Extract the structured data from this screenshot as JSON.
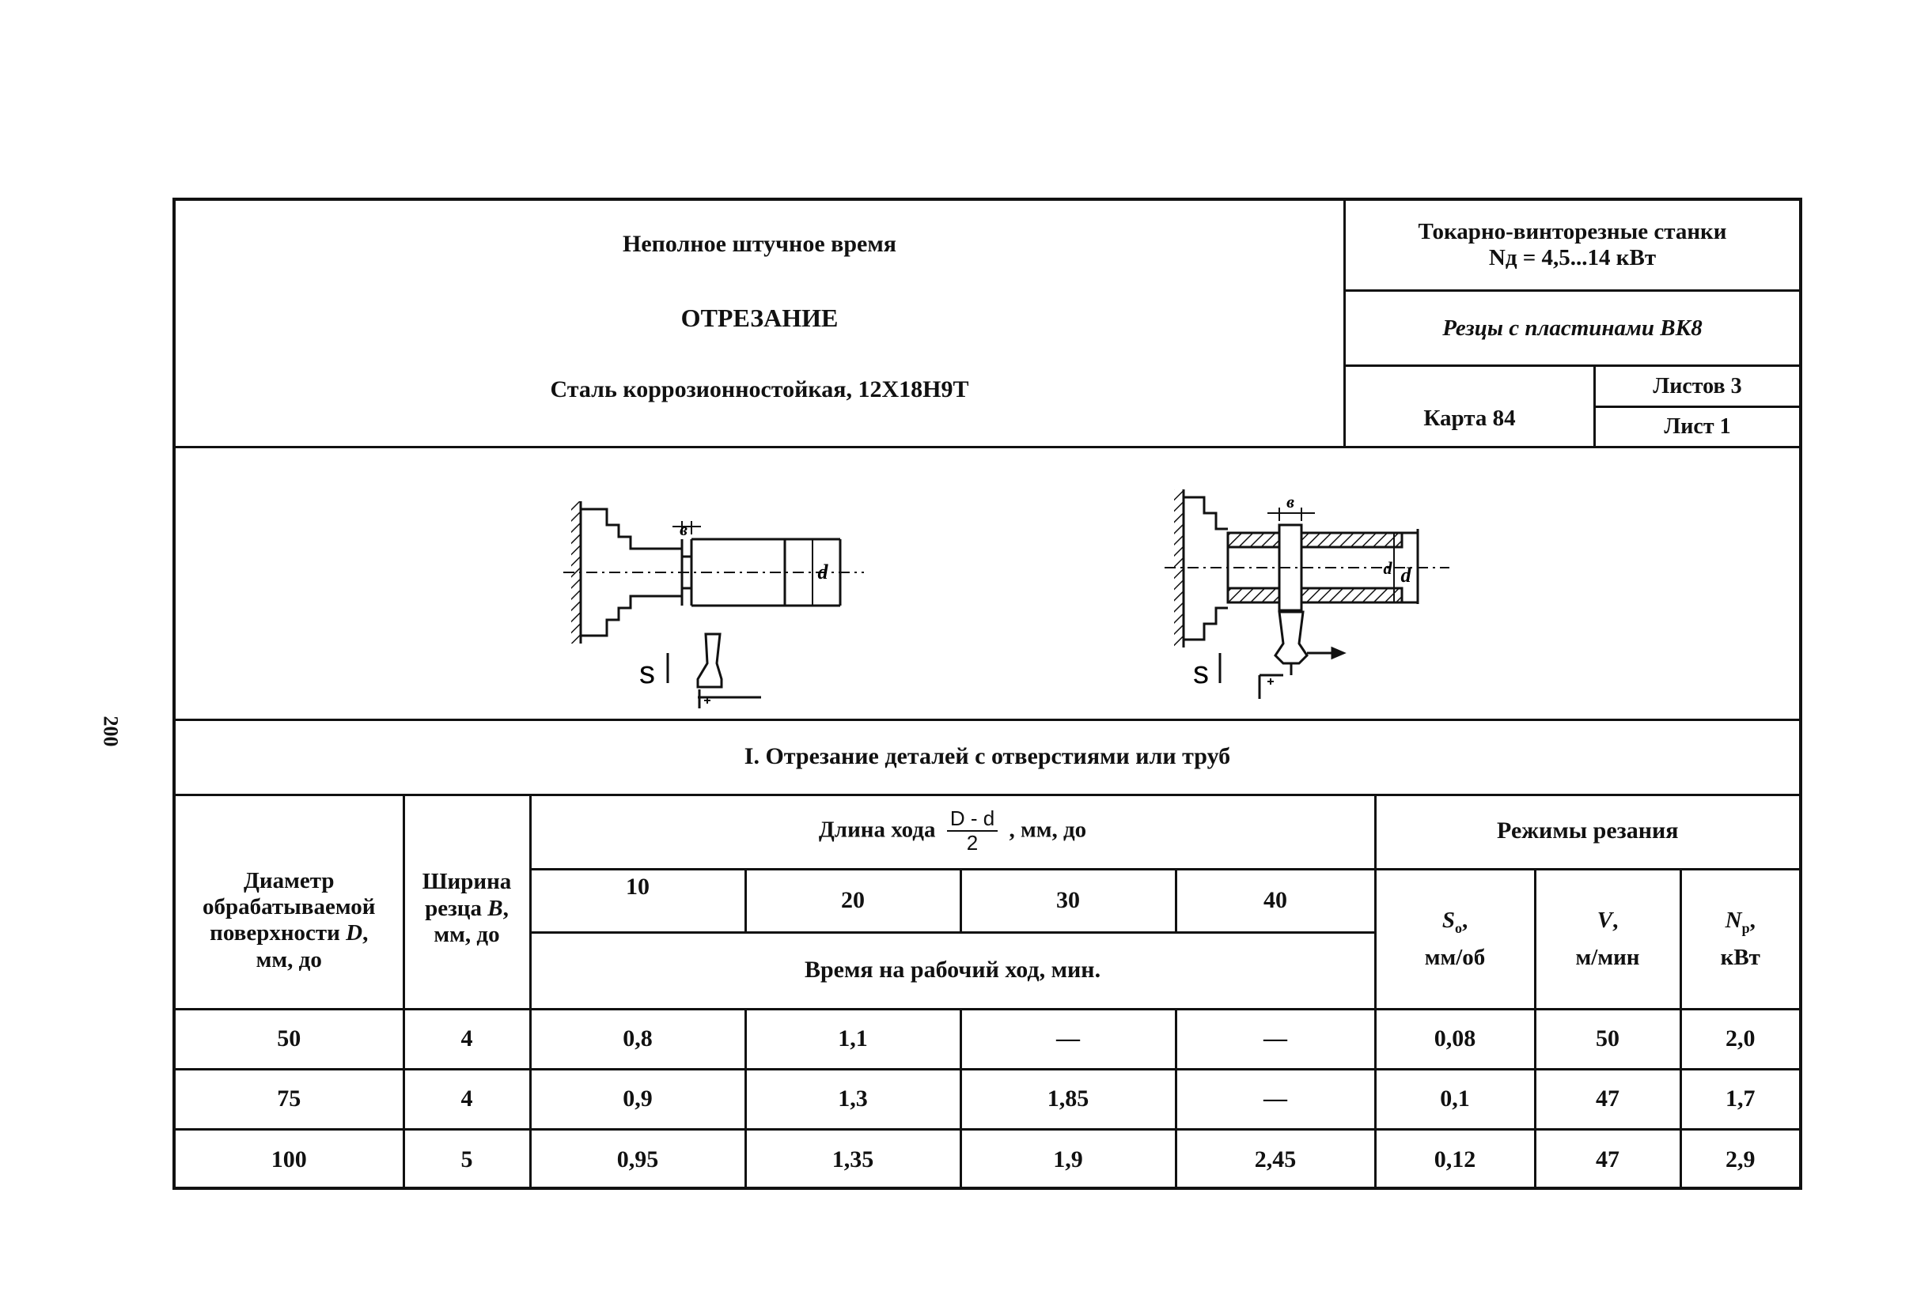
{
  "page_number": "200",
  "header": {
    "line1": "Неполное штучное время",
    "line2": "ОТРЕЗАНИЕ",
    "line3": "Сталь коррозионностойкая, 12Х18Н9Т",
    "machine_line1": "Токарно-винторезные станки",
    "machine_line2": "Nд = 4,5...14 кВт",
    "tool": "Резцы с пластинами ВК8",
    "card": "Карта 84",
    "sheets_total": "Листов 3",
    "sheet_no": "Лист 1"
  },
  "sketch": {
    "left_label_width": "в",
    "left_label_s": "s",
    "left_label_diam": "d",
    "right_label_width": "в",
    "right_label_s": "s",
    "right_label_inner": "d",
    "right_label_outer": "d"
  },
  "section_title": "I. Отрезание деталей с отверстиями или труб",
  "table": {
    "col_diameter": {
      "line1": "Диаметр",
      "line2": "обрабатываемой",
      "line3a": "поверхности ",
      "line3b": "D",
      "line3c": ",",
      "line4": "мм, до"
    },
    "col_width": {
      "line1": "Ширина",
      "line2a": "резца ",
      "line2b": "B",
      "line2c": ",",
      "line3": "мм, до"
    },
    "stroke_prefix": "Длина хода",
    "stroke_num": "D - d",
    "stroke_den": "2",
    "stroke_suffix": ", мм, до",
    "stroke_values": [
      "10",
      "20",
      "30",
      "40"
    ],
    "time_label": "Время на рабочий ход, мин.",
    "modes_title": "Режимы резания",
    "s_sym": "S",
    "s_sub": "o",
    "s_unit": "мм/об",
    "v_sym": "V",
    "v_unit": "м/мин",
    "n_sym": "N",
    "n_sub": "р",
    "n_unit": "кВт",
    "rows": [
      {
        "d": "50",
        "b": "4",
        "t1": "0,8",
        "t2": "1,1",
        "t3": "—",
        "t4": "—",
        "s": "0,08",
        "v": "50",
        "n": "2,0"
      },
      {
        "d": "75",
        "b": "4",
        "t1": "0,9",
        "t2": "1,3",
        "t3": "1,85",
        "t4": "—",
        "s": "0,1",
        "v": "47",
        "n": "1,7"
      },
      {
        "d": "100",
        "b": "5",
        "t1": "0,95",
        "t2": "1,35",
        "t3": "1,9",
        "t4": "2,45",
        "s": "0,12",
        "v": "47",
        "n": "2,9"
      }
    ]
  }
}
